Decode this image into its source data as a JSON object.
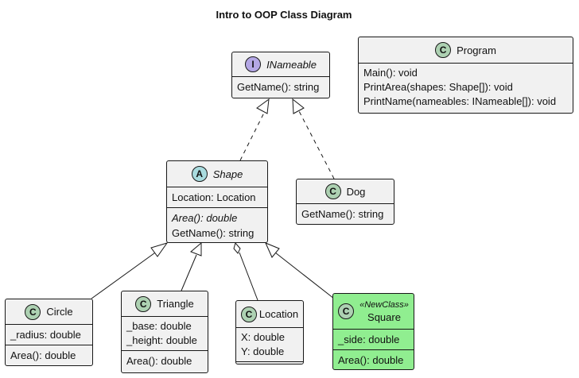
{
  "title": "Intro to OOP Class Diagram",
  "classes": {
    "inameable": {
      "badge": "I",
      "name": "INameable",
      "methods": [
        "GetName(): string"
      ]
    },
    "program": {
      "badge": "C",
      "name": "Program",
      "methods": [
        "Main(): void",
        "PrintArea(shapes: Shape[]): void",
        "PrintName(nameables: INameable[]): void"
      ]
    },
    "shape": {
      "badge": "A",
      "name": "Shape",
      "fields": [
        "Location: Location"
      ],
      "methods": [
        "Area(): double",
        "GetName(): string"
      ]
    },
    "dog": {
      "badge": "C",
      "name": "Dog",
      "methods": [
        "GetName(): string"
      ]
    },
    "circle": {
      "badge": "C",
      "name": "Circle",
      "fields": [
        "_radius: double"
      ],
      "methods": [
        "Area(): double"
      ]
    },
    "triangle": {
      "badge": "C",
      "name": "Triangle",
      "fields": [
        "_base: double",
        "_height: double"
      ],
      "methods": [
        "Area(): double"
      ]
    },
    "location": {
      "badge": "C",
      "name": "Location",
      "fields": [
        "X: double",
        "Y: double"
      ]
    },
    "square": {
      "badge": "C",
      "stereotype": "«NewClass»",
      "name": "Square",
      "fields": [
        "_side: double"
      ],
      "methods": [
        "Area(): double"
      ]
    }
  },
  "colors": {
    "class_bg": "#f1f1f1",
    "highlight_bg": "#90ee90",
    "class_badge": "#add1b2",
    "abstract_badge": "#a9dcdf",
    "interface_badge": "#b4a7e5",
    "line": "#181818"
  },
  "relations": [
    {
      "from": "Shape",
      "to": "INameable",
      "type": "realization"
    },
    {
      "from": "Dog",
      "to": "INameable",
      "type": "realization"
    },
    {
      "from": "Circle",
      "to": "Shape",
      "type": "inheritance"
    },
    {
      "from": "Triangle",
      "to": "Shape",
      "type": "inheritance"
    },
    {
      "from": "Square",
      "to": "Shape",
      "type": "inheritance"
    },
    {
      "from": "Shape",
      "to": "Location",
      "type": "aggregation"
    }
  ]
}
